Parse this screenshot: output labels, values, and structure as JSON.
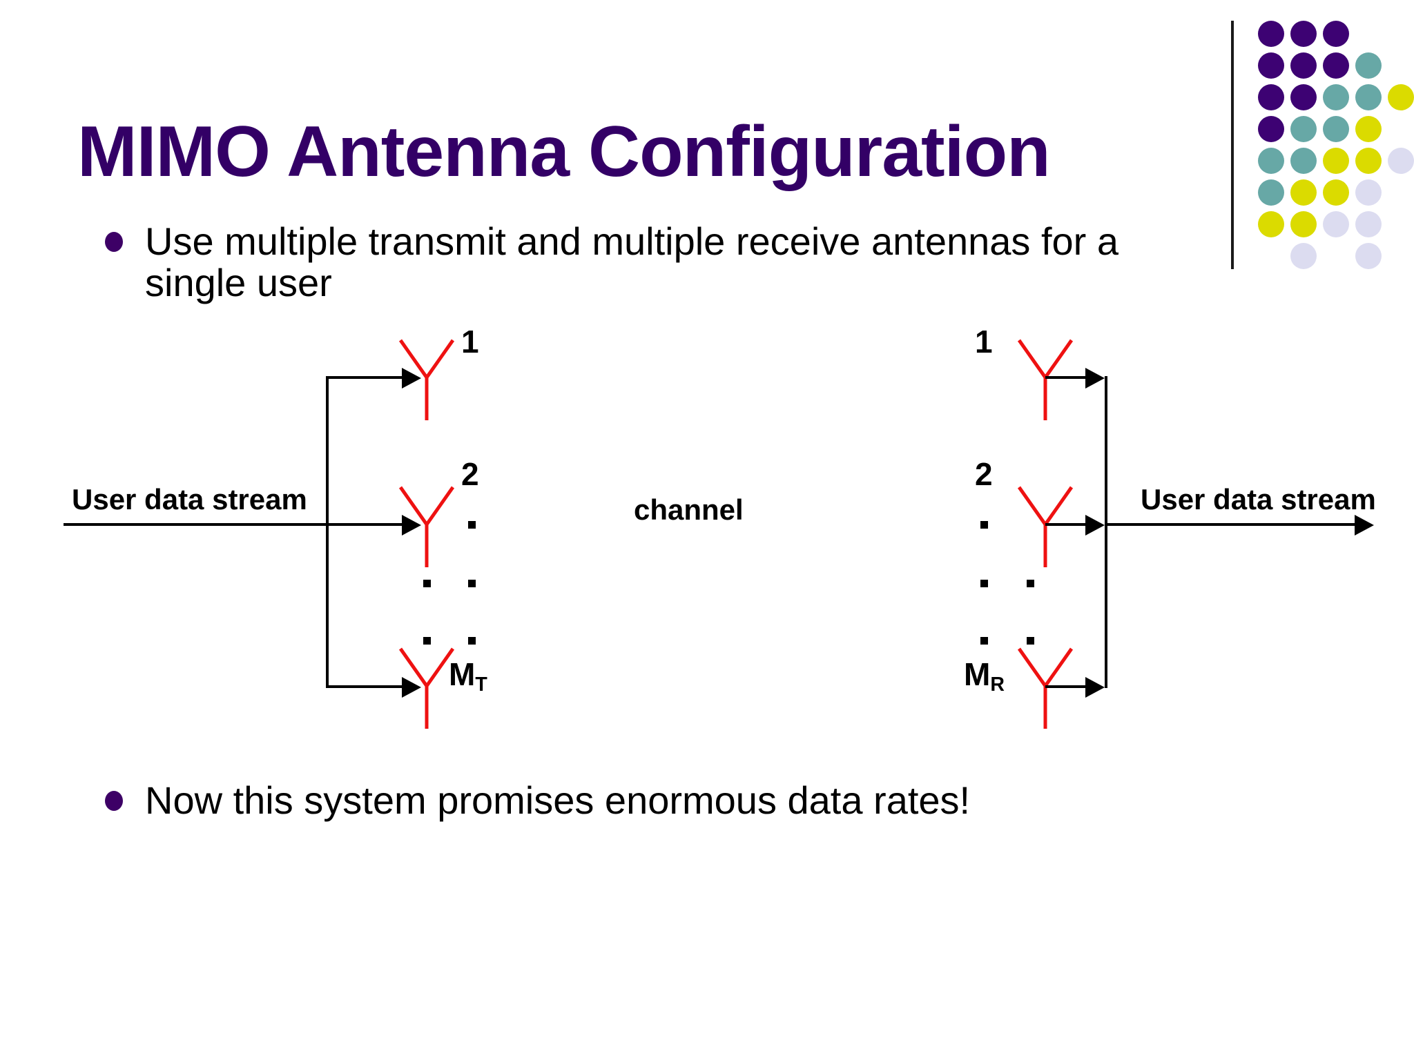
{
  "slide": {
    "title": "MIMO Antenna Configuration",
    "background_color": "#ffffff",
    "title_color": "#330066"
  },
  "bullets": [
    {
      "text": "Use multiple transmit and multiple receive antennas for a single user"
    },
    {
      "text": "Now this system promises enormous data rates!"
    }
  ],
  "diagram": {
    "channel_label": "channel",
    "input_label": "User data stream",
    "output_label": "User data stream",
    "antenna_color": "#ee1111",
    "wire_color": "#000000",
    "transmit": {
      "labels": [
        "1",
        "2",
        "M",
        "T"
      ],
      "label_1": "1",
      "label_2": "2",
      "label_m_base": "M",
      "label_m_sub": "T"
    },
    "receive": {
      "label_1": "1",
      "label_2": "2",
      "label_m_base": "M",
      "label_m_sub": "R"
    }
  },
  "logo": {
    "colors": {
      "purple": "#3d0273",
      "teal": "#67a8a6",
      "yellow": "#dbdb00",
      "lavender": "#dcdcf0"
    },
    "dots": [
      {
        "col": 0,
        "row": 0,
        "color": "#3d0273"
      },
      {
        "col": 1,
        "row": 0,
        "color": "#3d0273"
      },
      {
        "col": 2,
        "row": 0,
        "color": "#3d0273"
      },
      {
        "col": 0,
        "row": 1,
        "color": "#3d0273"
      },
      {
        "col": 1,
        "row": 1,
        "color": "#3d0273"
      },
      {
        "col": 2,
        "row": 1,
        "color": "#3d0273"
      },
      {
        "col": 3,
        "row": 1,
        "color": "#67a8a6"
      },
      {
        "col": 0,
        "row": 2,
        "color": "#3d0273"
      },
      {
        "col": 1,
        "row": 2,
        "color": "#3d0273"
      },
      {
        "col": 2,
        "row": 2,
        "color": "#67a8a6"
      },
      {
        "col": 3,
        "row": 2,
        "color": "#67a8a6"
      },
      {
        "col": 4,
        "row": 2,
        "color": "#dbdb00"
      },
      {
        "col": 0,
        "row": 3,
        "color": "#3d0273"
      },
      {
        "col": 1,
        "row": 3,
        "color": "#67a8a6"
      },
      {
        "col": 2,
        "row": 3,
        "color": "#67a8a6"
      },
      {
        "col": 3,
        "row": 3,
        "color": "#dbdb00"
      },
      {
        "col": 0,
        "row": 4,
        "color": "#67a8a6"
      },
      {
        "col": 1,
        "row": 4,
        "color": "#67a8a6"
      },
      {
        "col": 2,
        "row": 4,
        "color": "#dbdb00"
      },
      {
        "col": 3,
        "row": 4,
        "color": "#dbdb00"
      },
      {
        "col": 4,
        "row": 4,
        "color": "#dcdcf0"
      },
      {
        "col": 0,
        "row": 5,
        "color": "#67a8a6"
      },
      {
        "col": 1,
        "row": 5,
        "color": "#dbdb00"
      },
      {
        "col": 2,
        "row": 5,
        "color": "#dbdb00"
      },
      {
        "col": 3,
        "row": 5,
        "color": "#dcdcf0"
      },
      {
        "col": 0,
        "row": 6,
        "color": "#dbdb00"
      },
      {
        "col": 1,
        "row": 6,
        "color": "#dbdb00"
      },
      {
        "col": 2,
        "row": 6,
        "color": "#dcdcf0"
      },
      {
        "col": 3,
        "row": 6,
        "color": "#dcdcf0"
      },
      {
        "col": 1,
        "row": 7,
        "color": "#dcdcf0"
      },
      {
        "col": 3,
        "row": 7,
        "color": "#dcdcf0"
      }
    ]
  }
}
